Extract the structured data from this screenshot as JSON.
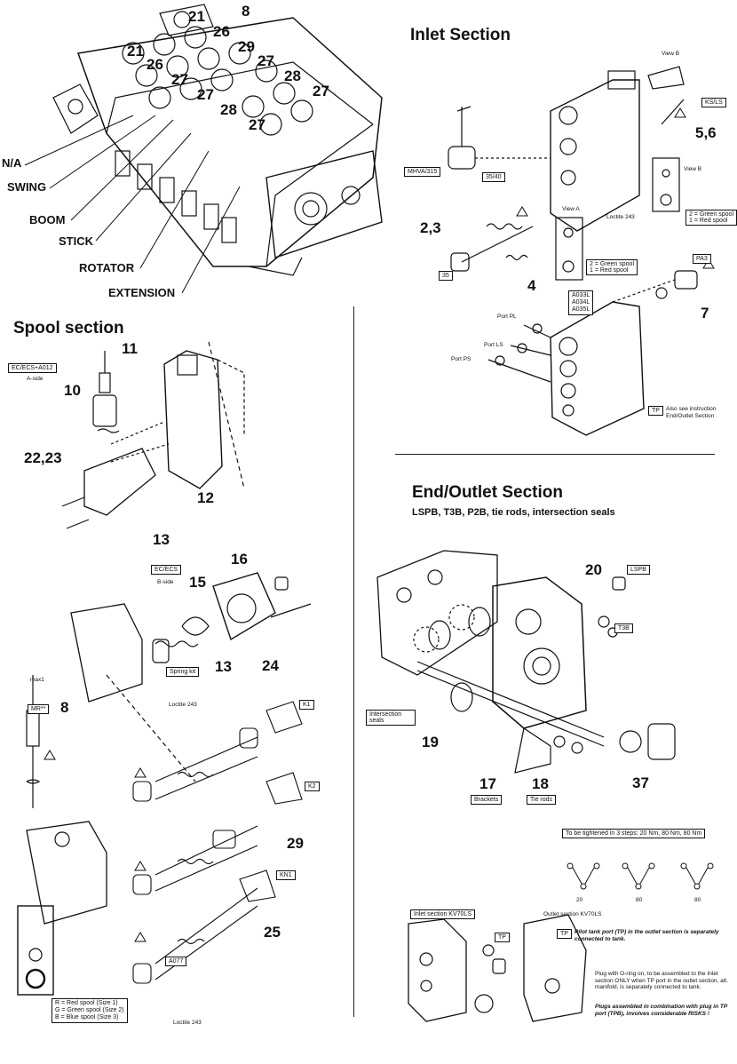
{
  "sections": {
    "inlet": {
      "title": "Inlet Section"
    },
    "spool": {
      "title": "Spool section"
    },
    "end_outlet": {
      "title": "End/Outlet Section",
      "subtitle": "LSPB, T3B, P2B, tie rods, intersection seals"
    }
  },
  "overview": {
    "function_labels": [
      "N/A",
      "SWING",
      "BOOM",
      "STICK",
      "ROTATOR",
      "EXTENSION"
    ],
    "callouts": [
      "21",
      "8",
      "26",
      "29",
      "21",
      "26",
      "27",
      "28",
      "27",
      "27",
      "27",
      "28",
      "27"
    ]
  },
  "inlet": {
    "callouts": [
      "5,6",
      "2,3",
      "4",
      "7"
    ],
    "boxes": [
      "KS/LS",
      "MHVA/315",
      "35/40",
      "View A",
      "PA3",
      "A033L",
      "A034L",
      "A035L",
      "35",
      "TP"
    ],
    "view_b": "View B",
    "view_b_box": "2 = Green spool\n1 = Red spool",
    "view_a_box": "2 = Green spool\n1 = Red spool",
    "ports": [
      "Port PL",
      "Port LS",
      "Port PS"
    ],
    "note": "Also see instruction End/Outlet Section",
    "loctite": "Loctite 243"
  },
  "spool": {
    "callouts": [
      "11",
      "10",
      "22,23",
      "12",
      "13",
      "16",
      "15",
      "13",
      "24",
      "8",
      "29",
      "25"
    ],
    "boxes": [
      "EC/ECS+A012",
      "EC/ECS",
      "Spring kit",
      "MR**",
      "K1",
      "K2",
      "KN1",
      "A077"
    ],
    "a_side": "A-side",
    "b_side": "B-side",
    "legend": [
      "R = Red spool (Size 1)",
      "G = Green spool (Size 2)",
      "B = Blue spool (Size 3)"
    ],
    "loctite": "Loctite 243",
    "torque_label": "max1"
  },
  "end_outlet": {
    "callouts": [
      "20",
      "19",
      "17",
      "18",
      "37"
    ],
    "boxes": [
      "LSPB",
      "T3B",
      "Intersection seals",
      "Brackets",
      "Tie rods"
    ],
    "tighten_note": "To be tightened in 3 steps: 20 Nm, 80 Nm, 80 Nm",
    "torques": [
      "20",
      "80",
      "80"
    ],
    "inlet_label": "Inlet section KV70LS",
    "outlet_label": "Outlet section KV70LS",
    "tp_box": "TP",
    "tp_note": "Pilot tank port (TP) in the outlet section is separately connected to tank.",
    "plug_note": "Plug with O-ring on, to be assembled to the Inlet section ONLY when TP port in the outlet section, alt. manifold, is separately connected to tank.",
    "risk_note": "Plugs assembled in combination with plug in TP port (TPB), involves considerable RISKS !"
  },
  "colors": {
    "line": "#111111",
    "background": "#ffffff"
  }
}
